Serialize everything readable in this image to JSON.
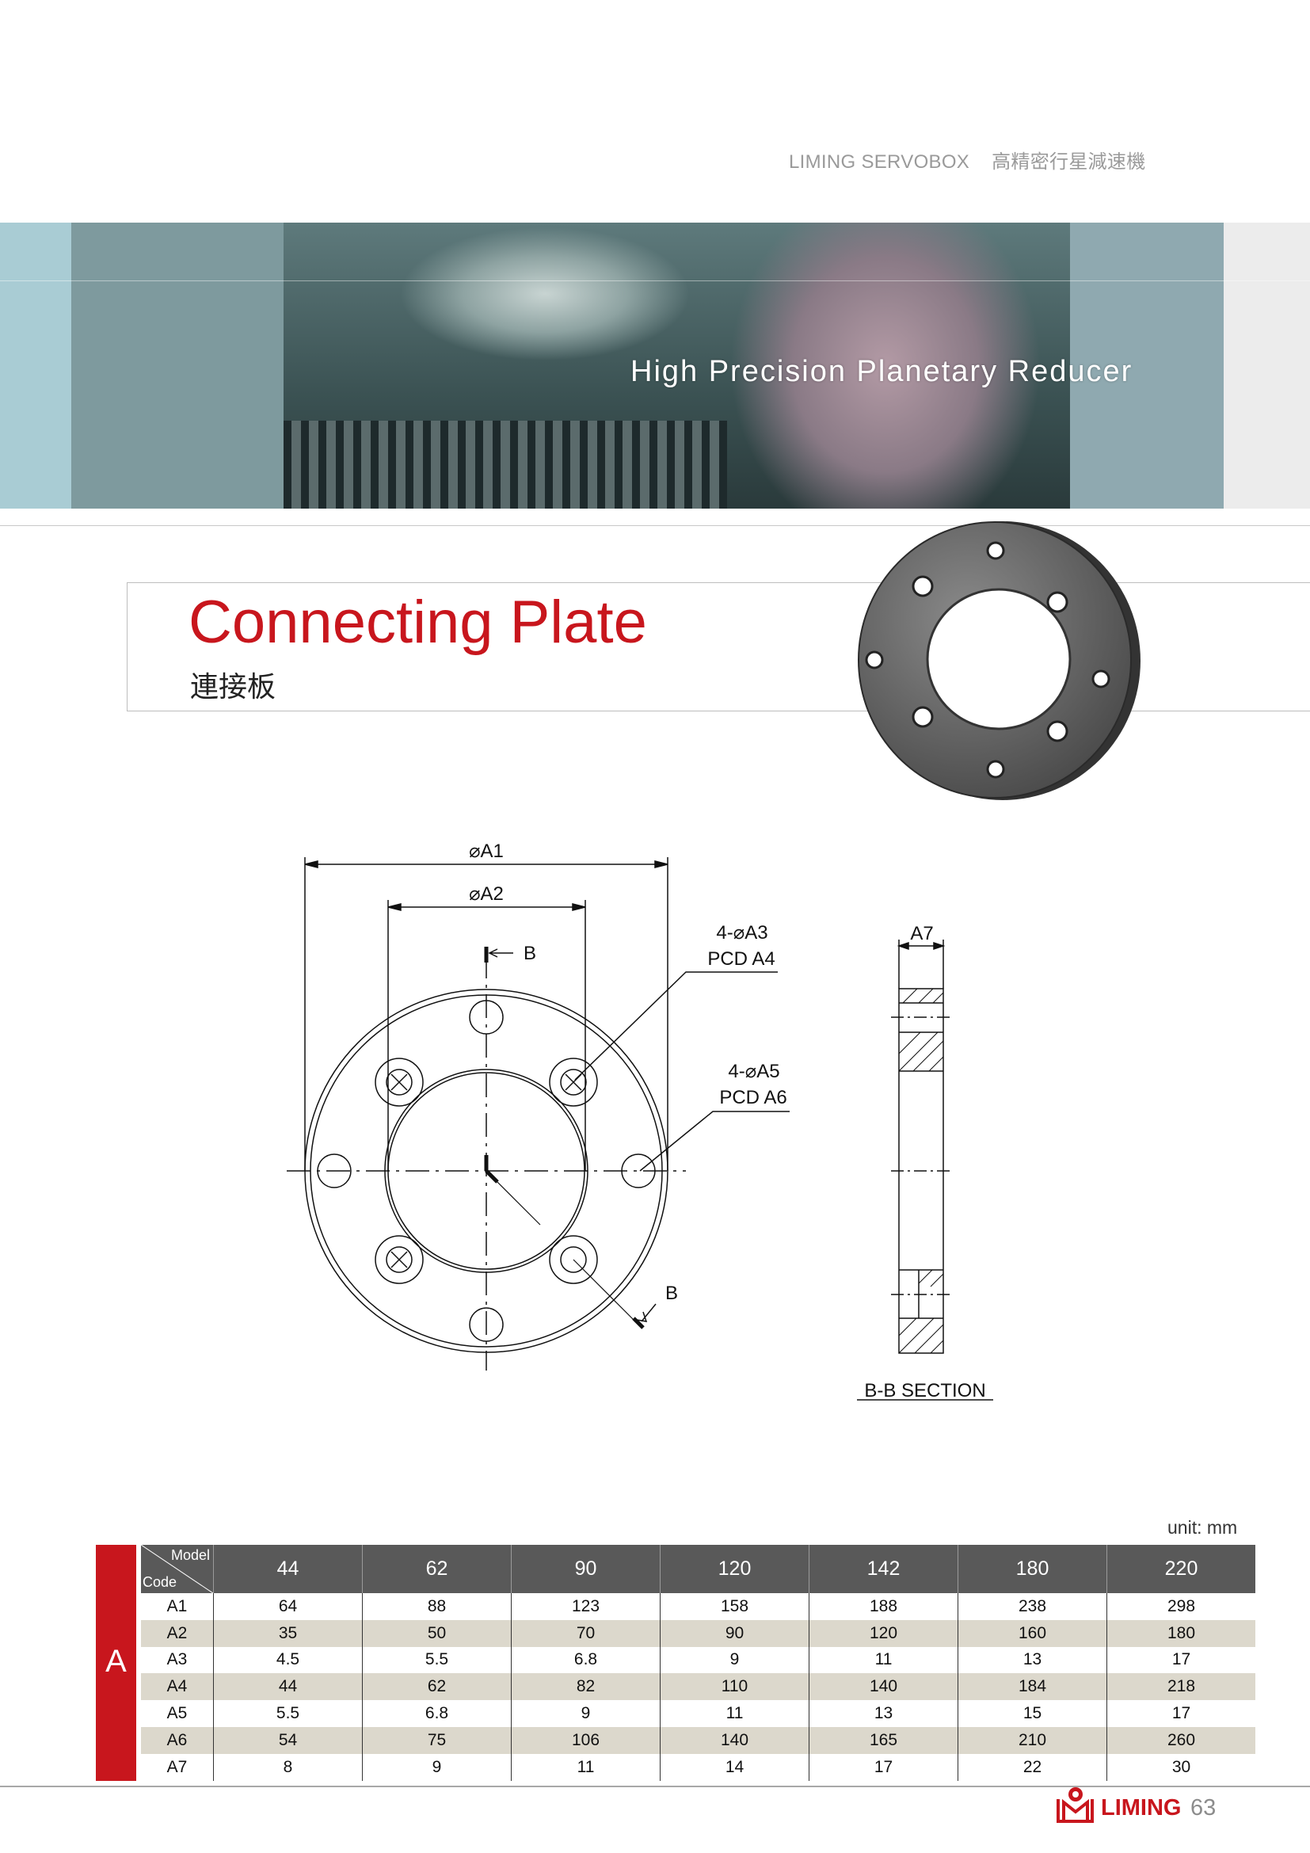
{
  "header": {
    "brand": "LIMING SERVOBOX",
    "subtitle_cn": "高精密行星減速機"
  },
  "banner": {
    "text": "High Precision Planetary Reducer"
  },
  "section": {
    "title": "Connecting Plate",
    "title_cn": "連接板"
  },
  "drawing": {
    "dim_a1": "⌀A1",
    "dim_a2": "⌀A2",
    "holes1_count": "4-⌀A3",
    "holes1_pcd": "PCD A4",
    "holes2_count": "4-⌀A5",
    "holes2_pcd": "PCD A6",
    "section_mark": "B",
    "dim_a7": "A7",
    "section_label": "B-B SECTION"
  },
  "table": {
    "unit": "unit: mm",
    "group": "A",
    "corner_model": "Model",
    "corner_code": "Code",
    "models": [
      "44",
      "62",
      "90",
      "120",
      "142",
      "180",
      "220"
    ],
    "rows": [
      {
        "code": "A1",
        "values": [
          "64",
          "88",
          "123",
          "158",
          "188",
          "238",
          "298"
        ]
      },
      {
        "code": "A2",
        "values": [
          "35",
          "50",
          "70",
          "90",
          "120",
          "160",
          "180"
        ]
      },
      {
        "code": "A3",
        "values": [
          "4.5",
          "5.5",
          "6.8",
          "9",
          "11",
          "13",
          "17"
        ]
      },
      {
        "code": "A4",
        "values": [
          "44",
          "62",
          "82",
          "110",
          "140",
          "184",
          "218"
        ]
      },
      {
        "code": "A5",
        "values": [
          "5.5",
          "6.8",
          "9",
          "11",
          "13",
          "15",
          "17"
        ]
      },
      {
        "code": "A6",
        "values": [
          "54",
          "75",
          "106",
          "140",
          "165",
          "210",
          "260"
        ]
      },
      {
        "code": "A7",
        "values": [
          "8",
          "9",
          "11",
          "14",
          "17",
          "22",
          "30"
        ]
      }
    ]
  },
  "footer": {
    "brand": "LIMING",
    "page": "63"
  },
  "colors": {
    "accent": "#c8161d",
    "header_bg": "#595959",
    "row_alt": "#dcd8cc",
    "banner_blue": "#8fa9b0"
  }
}
